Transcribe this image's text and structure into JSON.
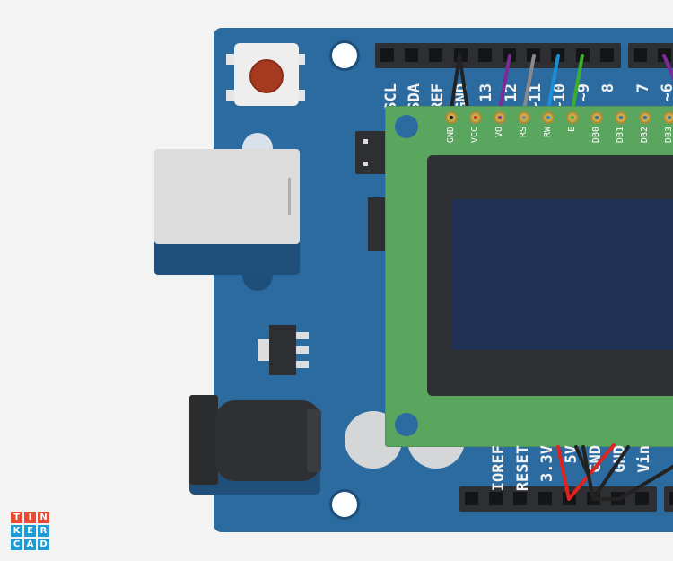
{
  "board": {
    "top_pin_labels": [
      "SCL",
      "SDA",
      "AREF",
      "GND",
      "13",
      "12",
      "~11",
      "~10",
      "~9",
      "8",
      "7",
      "~6"
    ],
    "bottom_pin_labels": [
      "IOREF",
      "RESET",
      "3.3V",
      "5V",
      "GND",
      "GND",
      "Vin"
    ]
  },
  "lcd": {
    "pin_labels": [
      "GND",
      "VCC",
      "VO",
      "RS",
      "RW",
      "E",
      "DB0",
      "DB1",
      "DB2",
      "DB3"
    ],
    "pin_colors": [
      "#111111",
      "#cc2222",
      "#7d2a9a",
      "#888888",
      "#1a8fd8",
      "#3cae2e",
      "#2f6fa8",
      "#2f6fa8",
      "#2f6fa8",
      "#2f6fa8"
    ]
  },
  "logo": {
    "letters": [
      "T",
      "I",
      "N",
      "K",
      "E",
      "R",
      "C",
      "A",
      "D"
    ],
    "colors": [
      "#e84a32",
      "#e84a32",
      "#e84a32",
      "#1d9bd6",
      "#1d9bd6",
      "#1d9bd6",
      "#1d9bd6",
      "#1d9bd6",
      "#1d9bd6"
    ]
  },
  "wires": {
    "black": "#222222",
    "purple": "#7d2a9a",
    "gray": "#8a8a8a",
    "blue": "#1a8fd8",
    "green": "#3cae2e",
    "red": "#e0231f"
  }
}
